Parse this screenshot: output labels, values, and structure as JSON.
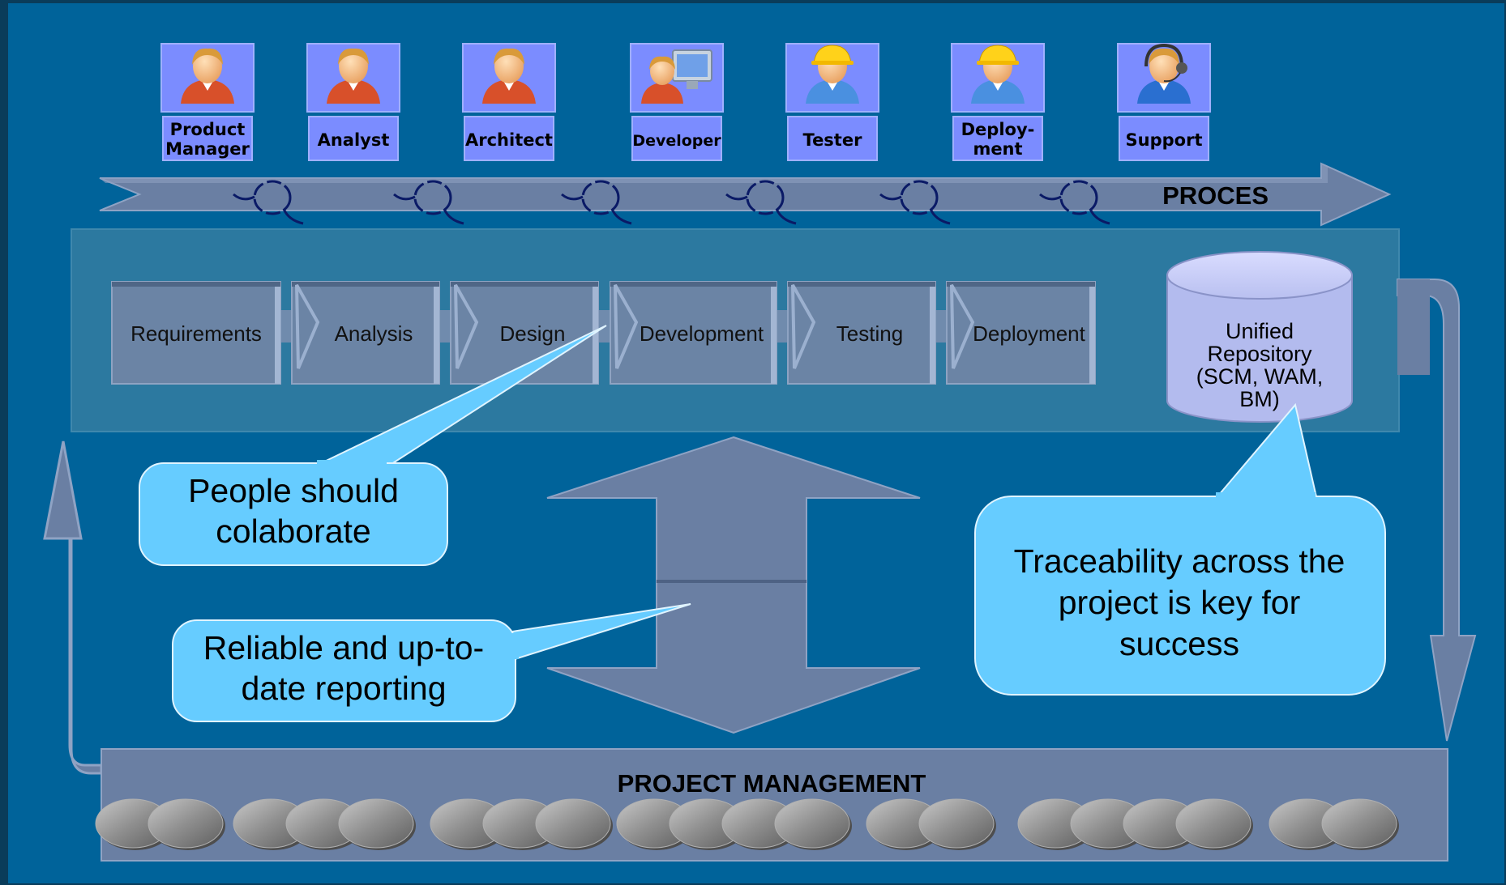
{
  "colors": {
    "background": "#00639a",
    "frame": "#0a3c5a",
    "panel": "#2c79a0",
    "step_fill": "#6b84a5",
    "arrow_fill": "#6a7fa3",
    "callout_fill": "#66ccff",
    "role_box": "#7b8cff",
    "repository": "#b3bbee",
    "coin": "#8a8a8a",
    "loop_icon": "#0a1a66"
  },
  "roles": [
    {
      "label_lines": [
        "Product",
        "Manager"
      ],
      "icon": "business-person-icon"
    },
    {
      "label_lines": [
        "Analyst"
      ],
      "icon": "business-person-icon"
    },
    {
      "label_lines": [
        "Architect"
      ],
      "icon": "business-person-icon"
    },
    {
      "label_lines": [
        "Developer"
      ],
      "icon": "person-at-computer-icon"
    },
    {
      "label_lines": [
        "Tester"
      ],
      "icon": "hard-hat-worker-icon"
    },
    {
      "label_lines": [
        "Deploy-",
        "ment"
      ],
      "icon": "hard-hat-worker-icon"
    },
    {
      "label_lines": [
        "Support"
      ],
      "icon": "headset-agent-icon"
    }
  ],
  "process": {
    "label": "PROCES",
    "loop_icons": [
      "loop-icon",
      "loop-icon",
      "loop-icon",
      "loop-icon",
      "loop-icon",
      "loop-icon"
    ]
  },
  "steps": [
    "Requirements",
    "Analysis",
    "Design",
    "Development",
    "Testing",
    "Deployment"
  ],
  "repository": {
    "lines": [
      "Unified",
      "Repository",
      "(SCM, WAM,",
      "BM)"
    ],
    "icon": "database-cylinder-icon"
  },
  "callouts": {
    "collaborate": [
      "People should",
      "colaborate"
    ],
    "reporting": [
      "Reliable and up-to-",
      "date reporting"
    ],
    "traceability": [
      "Traceability across the",
      "project is key for",
      "success"
    ]
  },
  "project_management": {
    "label": "PROJECT MANAGEMENT",
    "coin_groups": [
      2,
      3,
      3,
      4,
      2,
      4,
      2
    ]
  }
}
